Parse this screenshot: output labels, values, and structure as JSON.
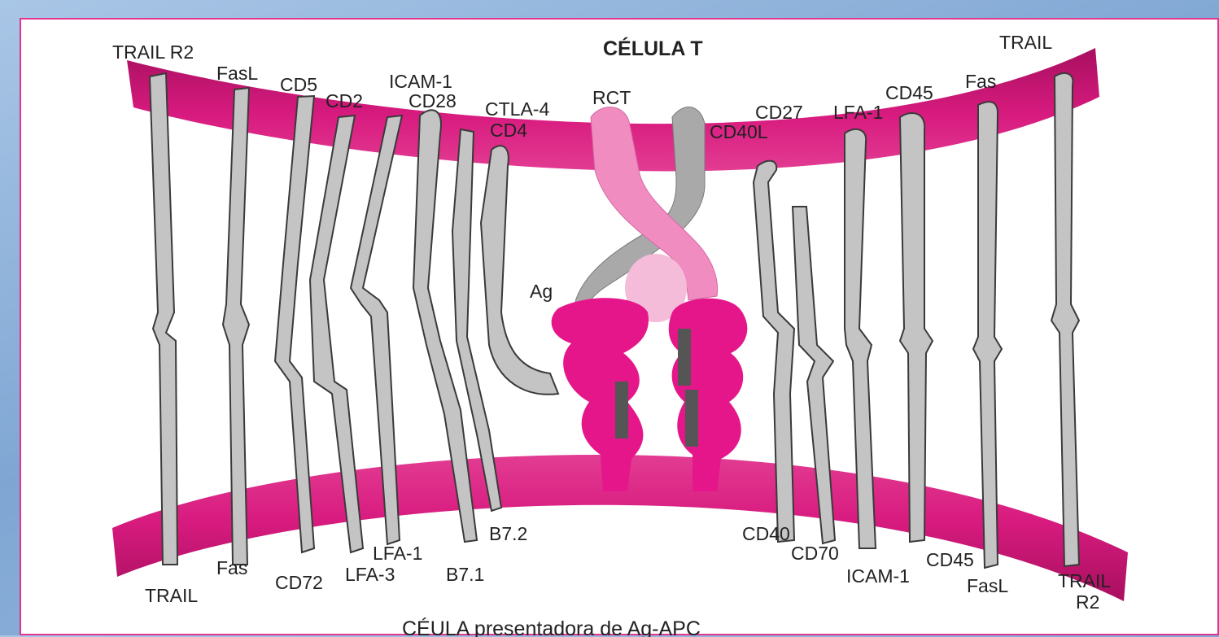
{
  "title_top": "CÉLULA T",
  "title_bottom": "CÉULA presentadora de Ag-APC",
  "labels_top": {
    "trail_r2": "TRAIL R2",
    "fasl": "FasL",
    "cd5": "CD5",
    "cd2": "CD2",
    "icam1": "ICAM-1",
    "cd28": "CD28",
    "ctla4": "CTLA-4",
    "cd4": "CD4",
    "rct": "RCT",
    "cd27": "CD27",
    "cd40l": "CD40L",
    "lfa1": "LFA-1",
    "cd45": "CD45",
    "fas": "Fas",
    "trail": "TRAIL"
  },
  "label_ag": "Ag",
  "labels_bottom": {
    "trail": "TRAIL",
    "fas": "Fas",
    "cd72": "CD72",
    "lfa3": "LFA-3",
    "lfa1": "LFA-1",
    "b71": "B7.1",
    "b72": "B7.2",
    "cd40": "CD40",
    "cd70": "CD70",
    "icam1": "ICAM-1",
    "cd45": "CD45",
    "fasl": "FasL",
    "trail_r2_line1": "TRAIL",
    "trail_r2_line2": "R2"
  },
  "colors": {
    "membrane": "#d81b7f",
    "membrane_dark": "#a80f5f",
    "molecule": "#c4c4c4",
    "tcr_pink": "#f08cbf",
    "tcr_light": "#f5bcd9",
    "mhc": "#e5168a",
    "frame": "#e0368f"
  }
}
